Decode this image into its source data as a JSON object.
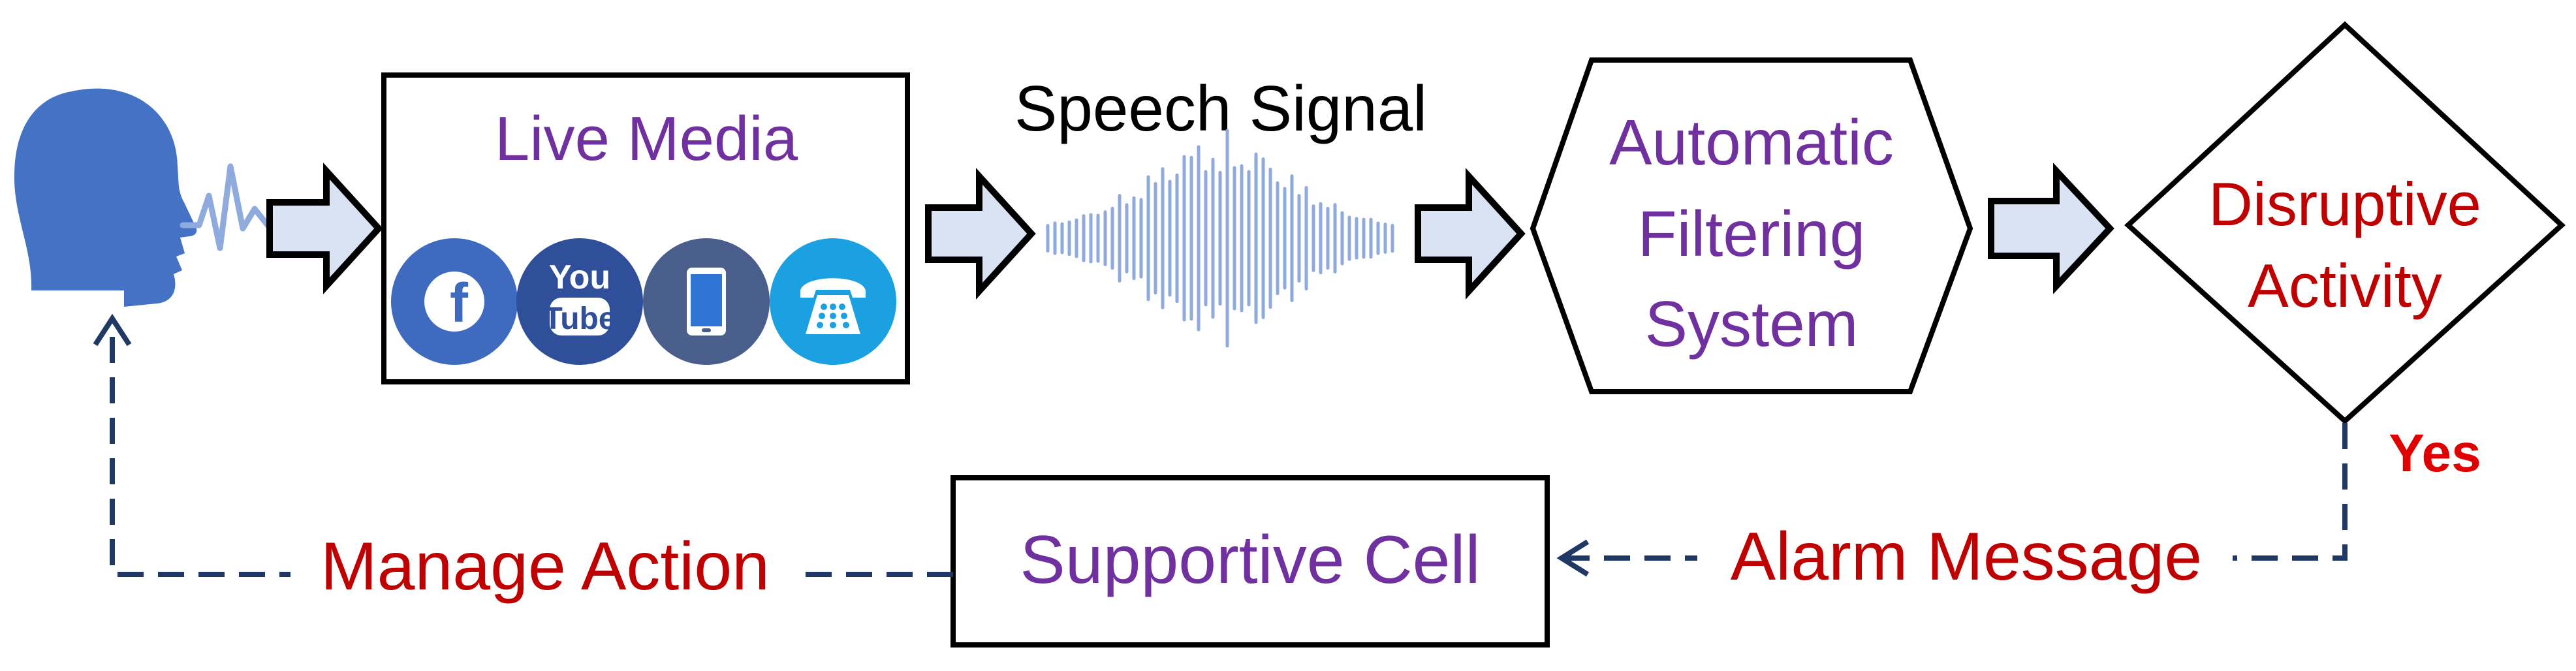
{
  "nodes": {
    "live_media": {
      "label": "Live Media"
    },
    "speech_signal": {
      "label": "Speech Signal"
    },
    "filtering": {
      "line1": "Automatic",
      "line2": "Filtering",
      "line3": "System"
    },
    "disruptive": {
      "line1": "Disruptive",
      "line2": "Activity"
    },
    "supportive": {
      "label": "Supportive Cell"
    }
  },
  "edges": {
    "yes": "Yes",
    "alarm": "Alarm Message",
    "manage": "Manage Action"
  },
  "icons": {
    "facebook": {
      "glyph": "f"
    },
    "youtube": {
      "line1": "You",
      "line2": "Tube"
    }
  },
  "colors": {
    "node_text": "#7030A0",
    "edge_text": "#C00000",
    "yes_text": "#E00000",
    "arrow_fill": "#DAE3F3",
    "dashed_line": "#1F3864",
    "head": "#4472C4",
    "wave": "#8FAADC"
  }
}
